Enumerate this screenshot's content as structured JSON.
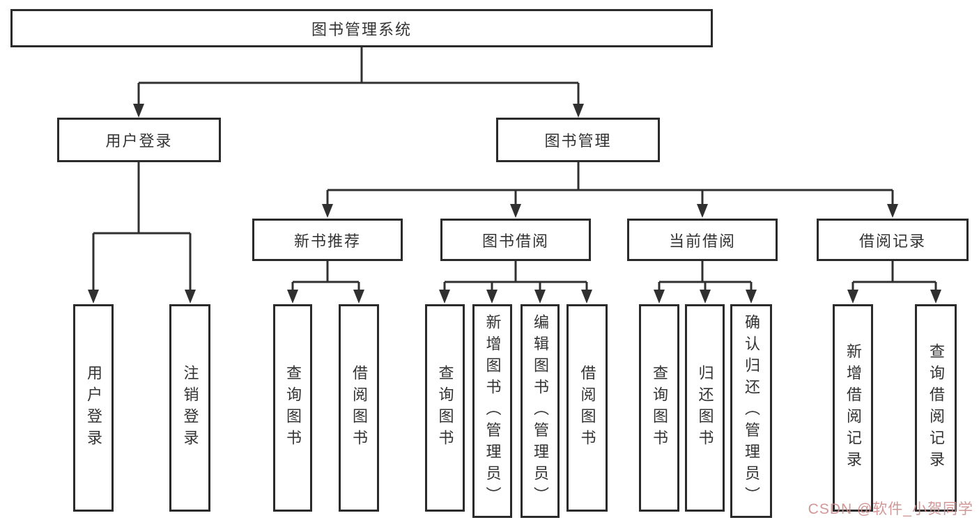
{
  "diagram": {
    "root": {
      "label": "图书管理系统"
    },
    "branches": [
      {
        "label": "用户登录",
        "children": [
          {
            "label": "用户登录"
          },
          {
            "label": "注销登录"
          }
        ]
      },
      {
        "label": "图书管理",
        "children": [
          {
            "label": "新书推荐",
            "children": [
              {
                "label": "查询图书"
              },
              {
                "label": "借阅图书"
              }
            ]
          },
          {
            "label": "图书借阅",
            "children": [
              {
                "label": "查询图书"
              },
              {
                "label": "新增图书（管理员）"
              },
              {
                "label": "编辑图书（管理员）"
              },
              {
                "label": "借阅图书"
              }
            ]
          },
          {
            "label": "当前借阅",
            "children": [
              {
                "label": "查询图书"
              },
              {
                "label": "归还图书"
              },
              {
                "label": "确认归还（管理员）"
              }
            ]
          },
          {
            "label": "借阅记录",
            "children": [
              {
                "label": "新增借阅记录"
              },
              {
                "label": "查询借阅记录"
              }
            ]
          }
        ]
      }
    ],
    "watermark": "CSDN @软件_小贺同学",
    "colors": {
      "line": "#303030",
      "border": "#2b2b2b",
      "text": "#333333",
      "watermark": "#cd8c8c",
      "background": "#ffffff"
    }
  }
}
